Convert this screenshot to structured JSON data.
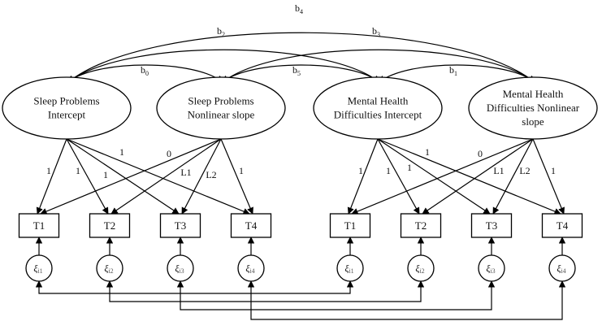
{
  "diagram": {
    "type": "structural-equation-model",
    "latent_factors": [
      {
        "id": "spi",
        "lines": [
          "Sleep Problems",
          "Intercept"
        ]
      },
      {
        "id": "spn",
        "lines": [
          "Sleep Problems",
          "Nonlinear slope"
        ]
      },
      {
        "id": "mhi",
        "lines": [
          "Mental Health",
          "Difficulties Intercept"
        ]
      },
      {
        "id": "mhn",
        "lines": [
          "Mental Health",
          "Difficulties Nonlinear",
          "slope"
        ]
      }
    ],
    "covariances": [
      {
        "label": "b",
        "sub": "0",
        "from": "spi",
        "to": "spn"
      },
      {
        "label": "b",
        "sub": "1",
        "from": "mhi",
        "to": "mhn"
      },
      {
        "label": "b",
        "sub": "2",
        "from": "spi",
        "to": "mhi"
      },
      {
        "label": "b",
        "sub": "3",
        "from": "spn",
        "to": "mhn"
      },
      {
        "label": "b",
        "sub": "4",
        "from": "spi",
        "to": "mhn"
      },
      {
        "label": "b",
        "sub": "5",
        "from": "spn",
        "to": "mhi"
      }
    ],
    "observed_groups": [
      {
        "id": "sleep",
        "items": [
          "T1",
          "T2",
          "T3",
          "T4"
        ]
      },
      {
        "id": "mental",
        "items": [
          "T1",
          "T2",
          "T3",
          "T4"
        ]
      }
    ],
    "intercept_loadings": [
      "1",
      "1",
      "1",
      "1"
    ],
    "slope_loadings": [
      "0",
      "L1",
      "L2",
      "1"
    ],
    "errors": [
      {
        "symbol": "ξ",
        "sub": "i1"
      },
      {
        "symbol": "ξ",
        "sub": "i2"
      },
      {
        "symbol": "ξ",
        "sub": "i3"
      },
      {
        "symbol": "ξ",
        "sub": "i4"
      }
    ],
    "error_correlations": [
      {
        "from": "sleep.T1",
        "to": "mental.T1"
      },
      {
        "from": "sleep.T2",
        "to": "mental.T2"
      },
      {
        "from": "sleep.T3",
        "to": "mental.T3"
      },
      {
        "from": "sleep.T4",
        "to": "mental.T4"
      }
    ]
  }
}
